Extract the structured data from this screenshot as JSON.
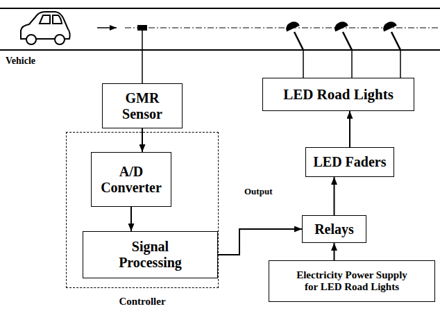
{
  "diagram": {
    "nodes": [
      {
        "text": [
          "GMR Sensor"
        ]
      },
      {
        "text": [
          "Controller"
        ]
      },
      {
        "text": [
          "A/D Converter"
        ],
        "in": 1
      },
      {
        "text": [
          "Signal Processing"
        ],
        "in": 1
      },
      {
        "text": [
          "LED Road Lights"
        ]
      },
      {
        "text": [
          "LED Faders"
        ]
      },
      {
        "text": [
          "Relays"
        ]
      },
      {
        "text": [
          "Electricity Power Supply for LED Road Lights"
        ]
      }
    ],
    "edges": [
      {
        "from": 0,
        "to": 2,
        "arrow": "to"
      },
      {
        "from": 2,
        "to": 3,
        "arrow": "to"
      },
      {
        "from": 3,
        "to": 6,
        "arrow": "to"
      },
      {
        "from": 7,
        "to": 6,
        "arrow": "to"
      },
      {
        "from": 6,
        "to": 5,
        "arrow": "to"
      },
      {
        "from": 5,
        "to": 4,
        "arrow": "to"
      }
    ],
    "labels": [
      "Vehicle",
      "Output"
    ]
  }
}
